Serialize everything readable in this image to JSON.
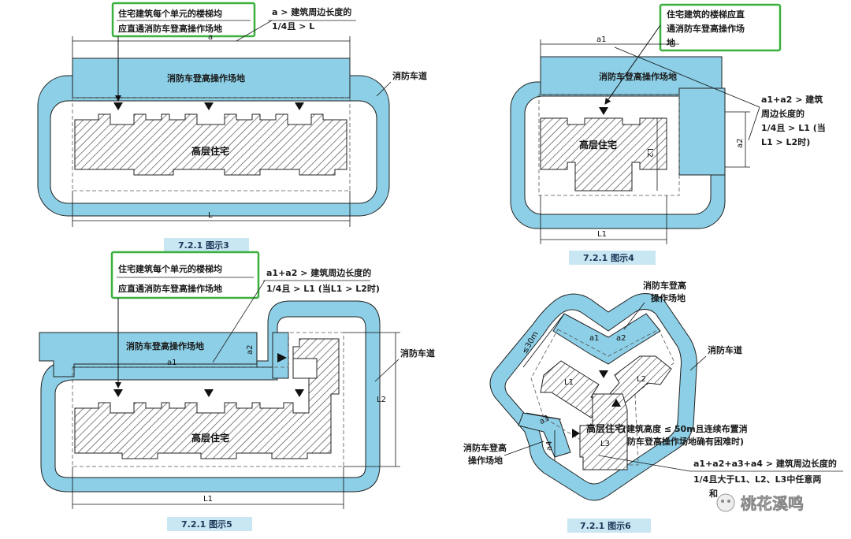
{
  "colors": {
    "pad": "#8ccfe6",
    "road": "#8ccfe6",
    "hatch": "#444444",
    "callout": "#3ab03e",
    "caption": "#1d3557",
    "caption_bg": "#c9e6f3"
  },
  "fig3": {
    "callout_line1": "住宅建筑每个单元的楼梯均",
    "callout_line2": "应直通消防车登高操作场地",
    "note_line1": "a > 建筑周边长度的",
    "note_line2": "1/4且 > L",
    "dim_a": "a",
    "pad_label": "消防车登高操作场地",
    "road_label": "消防车道",
    "building_label": "高层住宅",
    "dim_L": "L",
    "caption": "7.2.1 图示3"
  },
  "fig4": {
    "callout_line1": "住宅建筑的楼梯应直",
    "callout_line2": "通消防车登高操作场",
    "callout_line3": "地",
    "dim_a1": "a1",
    "pad_label": "消防车登高操作场地",
    "note_line1": "a1+a2 > 建筑",
    "note_line2": "周边长度的",
    "note_line3": "1/4且 > L1 (当",
    "note_line4": "L1 > L2时)",
    "dim_a2": "a2",
    "dim_L2": "L2",
    "building_label": "高层住宅",
    "dim_L1": "L1",
    "caption": "7.2.1 图示4"
  },
  "fig5": {
    "callout_line1": "住宅建筑每个单元的楼梯均",
    "callout_line2": "应直通消防车登高操作场地",
    "note_line1": "a1+a2 > 建筑周边长度的",
    "note_line2": "1/4且 > L1 (当L1 > L2时)",
    "pad_label": "消防车登高操作场地",
    "dim_a1": "a1",
    "dim_a2": "a2",
    "road_label": "消防车道",
    "dim_L2": "L2",
    "building_label": "高层住宅",
    "dim_L1": "L1",
    "caption": "7.2.1 图示5"
  },
  "fig6": {
    "pad_label_line1": "消防车登高",
    "pad_label_line2": "操作场地",
    "dim_30": "≤30m",
    "dim_a1": "a1",
    "dim_a2": "a2",
    "road_label": "消防车道",
    "dim_L1": "L1",
    "dim_L2": "L2",
    "dim_L3": "L3",
    "dim_a3": "a3",
    "dim_a4": "a4",
    "building_label": "高层住宅",
    "building_note_line1": "(建筑高度 ≤ 50m且连续布置消",
    "building_note_line2": "防车登高操作场地确有困难时)",
    "left_pad_line1": "消防车登高",
    "left_pad_line2": "操作场地",
    "note_line1": "a1+a2+a3+a4 > 建筑周边长度的",
    "note_line2": "1/4且大于L1、L2、L3中任意两",
    "note_line3": "和",
    "caption": "7.2.1 图示6"
  },
  "watermark": "桃花溪鸣"
}
